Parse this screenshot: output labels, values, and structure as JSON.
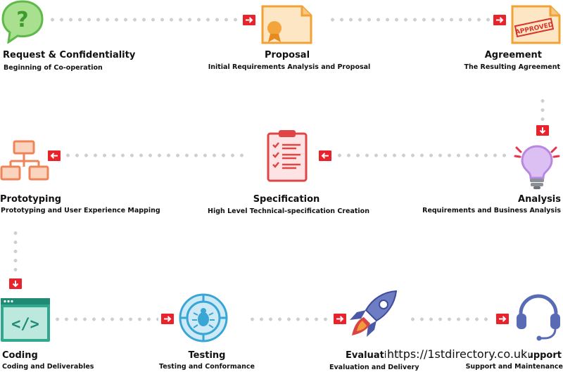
{
  "steps": [
    {
      "title": "Request & Confidentiality",
      "subtitle": "Beginning of Co-operation",
      "icon": "question-bubble-icon"
    },
    {
      "title": "Proposal",
      "subtitle": "Initial Requirements Analysis and Proposal",
      "icon": "certificate-document-icon"
    },
    {
      "title": "Agreement",
      "subtitle": "The Resulting Agreement",
      "icon": "approved-document-icon",
      "stamp": "APPROVED"
    },
    {
      "title": "Analysis",
      "subtitle": "Requirements and Business Analysis",
      "icon": "lightbulb-icon"
    },
    {
      "title": "Specification",
      "subtitle": "High Level Technical-specification Creation",
      "icon": "clipboard-checklist-icon"
    },
    {
      "title": "Prototyping",
      "subtitle": "Prototyping and User Experience Mapping",
      "icon": "sitemap-icon"
    },
    {
      "title": "Coding",
      "subtitle": "Coding and Deliverables",
      "icon": "code-window-icon",
      "code_glyph": "</>"
    },
    {
      "title": "Testing",
      "subtitle": "Testing and Conformance",
      "icon": "bug-target-icon"
    },
    {
      "title": "Evaluation",
      "subtitle": "Evaluation and Delivery",
      "icon": "rocket-icon"
    },
    {
      "title": "Support",
      "subtitle": "Support and Maintenance",
      "icon": "headset-icon"
    }
  ],
  "watermark": "https://1stdirectory.co.uk",
  "colors": {
    "arrow": "#e8232b",
    "connector": "#cfcfcf",
    "question": "#7fd06b",
    "document": "#f2a33a",
    "bulb": "#c9a3e6",
    "clipboard": "#e64a4a",
    "sitemap": "#f08a5d",
    "code": "#2aa58f",
    "testing": "#3ca8d8",
    "rocket": "#4b5aa6",
    "headset": "#5a6bb5"
  }
}
